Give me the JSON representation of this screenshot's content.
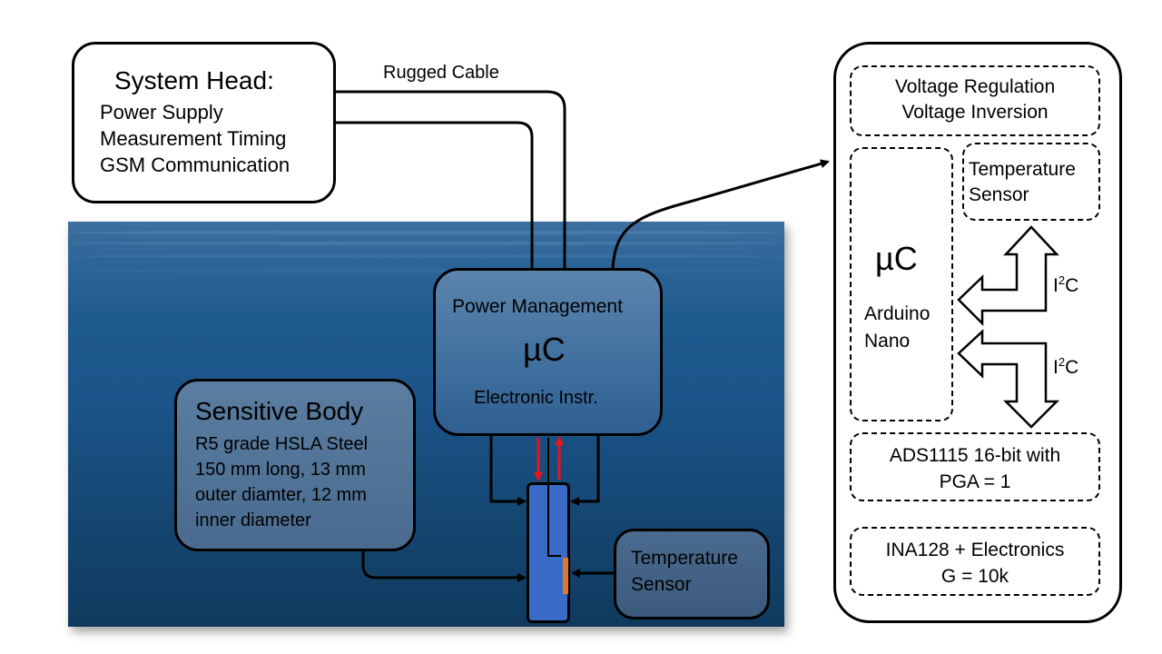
{
  "system_head": {
    "title": "System Head:",
    "lines": [
      "Power Supply",
      "Measurement Timing",
      "GSM Communication"
    ]
  },
  "cable_label": "Rugged Cable",
  "power_management": {
    "title": "Power Management",
    "uc": "µC",
    "sub": "Electronic Instr."
  },
  "sensitive_body": {
    "title": "Sensitive Body",
    "lines": [
      "R5 grade HSLA Steel",
      "150 mm long, 13 mm",
      "outer diamter, 12 mm",
      "inner diameter"
    ]
  },
  "temperature_sensor_bottom": [
    "Temperature",
    "Sensor"
  ],
  "detail": {
    "voltage": [
      "Voltage Regulation",
      "Voltage Inversion"
    ],
    "temperature_sensor": [
      "Temperature",
      "Sensor"
    ],
    "uc": "µC",
    "arduino": [
      "Arduino",
      "Nano"
    ],
    "i2c_upper": {
      "base": "I",
      "sup": "2",
      "tail": "C"
    },
    "i2c_lower": {
      "base": "I",
      "sup": "2",
      "tail": "C"
    },
    "ads": [
      "ADS1115  16-bit with",
      "PGA = 1"
    ],
    "ina": [
      "INA128  + Electronics",
      "G = 10k"
    ]
  },
  "colors": {
    "signal_arrow": "#e8161b",
    "probe_fill": "#3a6bc7",
    "probe_strip": "#e07a26"
  }
}
